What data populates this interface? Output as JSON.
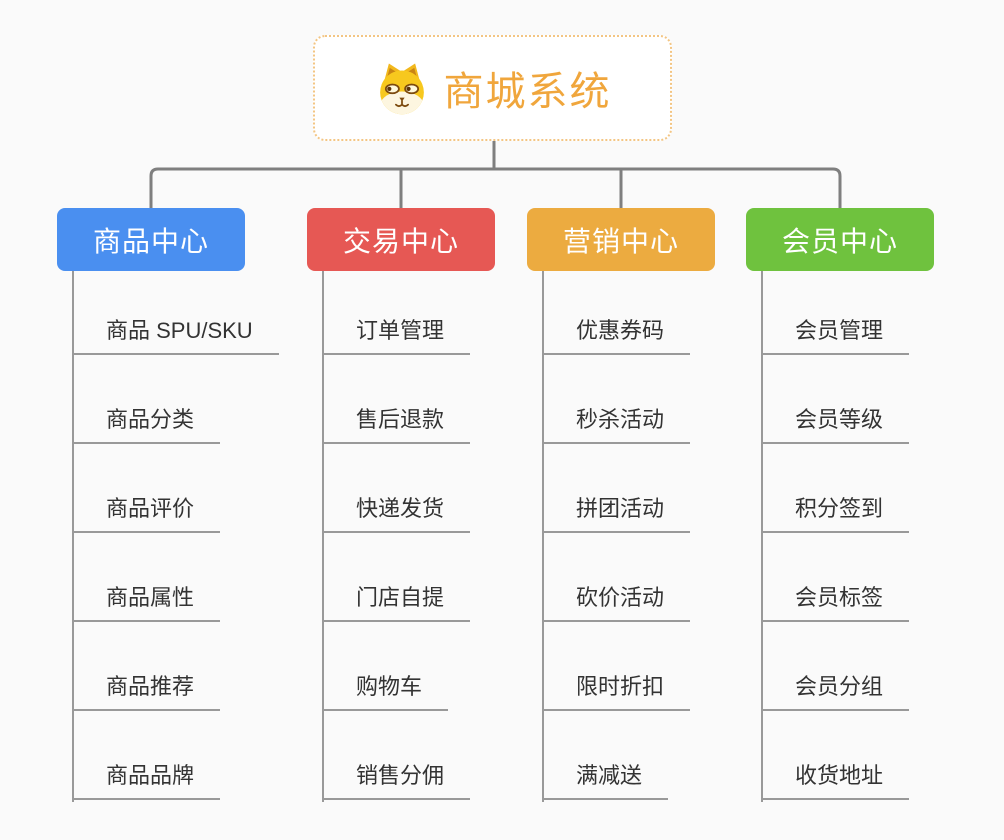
{
  "root": {
    "title": "商城系统",
    "title_color": "#f0a63c",
    "border_color": "#f3c583",
    "icon": "dog-face-icon"
  },
  "colors": {
    "background": "#fafafa",
    "connector": "#7f7f7f",
    "leaf_line": "#999999",
    "leaf_text": "#333333"
  },
  "branches": [
    {
      "label": "商品中心",
      "color": "#4a8ff0",
      "items": [
        "商品 SPU/SKU",
        "商品分类",
        "商品评价",
        "商品属性",
        "商品推荐",
        "商品品牌"
      ]
    },
    {
      "label": "交易中心",
      "color": "#e65854",
      "items": [
        "订单管理",
        "售后退款",
        "快递发货",
        "门店自提",
        "购物车",
        "销售分佣"
      ]
    },
    {
      "label": "营销中心",
      "color": "#ecab40",
      "items": [
        "优惠券码",
        "秒杀活动",
        "拼团活动",
        "砍价活动",
        "限时折扣",
        "满减送"
      ]
    },
    {
      "label": "会员中心",
      "color": "#6fc23e",
      "items": [
        "会员管理",
        "会员等级",
        "积分签到",
        "会员标签",
        "会员分组",
        "收货地址"
      ]
    }
  ]
}
